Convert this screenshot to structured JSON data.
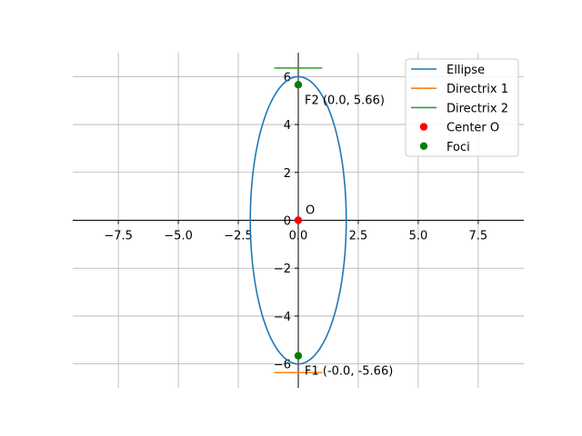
{
  "chart_data": {
    "type": "line",
    "xlim": [
      -9.4,
      9.4
    ],
    "ylim": [
      -7.0,
      7.0
    ],
    "x_ticks": [
      -7.5,
      -5.0,
      -2.5,
      0.0,
      2.5,
      5.0,
      7.5
    ],
    "x_tick_labels": [
      "−7.5",
      "−5.0",
      "−2.5",
      "0.0",
      "2.5",
      "5.0",
      "7.5"
    ],
    "y_ticks": [
      -6,
      -4,
      -2,
      0,
      2,
      4,
      6
    ],
    "y_tick_labels": [
      "−6",
      "−4",
      "−2",
      "0",
      "2",
      "4",
      "6"
    ],
    "grid": true,
    "legend_position": "top-right",
    "series": [
      {
        "name": "Ellipse",
        "kind": "ellipse",
        "center": [
          0,
          0
        ],
        "semi_x": 2.0,
        "semi_y": 6.0,
        "color": "#1f77b4"
      },
      {
        "name": "Directrix 1",
        "kind": "segment",
        "x": [
          -1.0,
          1.0
        ],
        "y": [
          -6.36,
          -6.36
        ],
        "color": "#ff7f0e"
      },
      {
        "name": "Directrix 2",
        "kind": "segment",
        "x": [
          -1.0,
          1.0
        ],
        "y": [
          6.36,
          6.36
        ],
        "color": "#2ca02c"
      },
      {
        "name": "Center O",
        "kind": "points",
        "points": [
          [
            0,
            0
          ]
        ],
        "color": "#ff0000"
      },
      {
        "name": "Foci",
        "kind": "points",
        "points": [
          [
            0,
            5.66
          ],
          [
            0,
            -5.66
          ]
        ],
        "color": "#008000"
      }
    ],
    "annotations": [
      {
        "text": "O",
        "x": 0,
        "y": 0
      },
      {
        "text": "F2 (0.0, 5.66)",
        "x": 0,
        "y": 5.66
      },
      {
        "text": "F1 (-0.0, -5.66)",
        "x": 0,
        "y": -5.66
      }
    ]
  }
}
